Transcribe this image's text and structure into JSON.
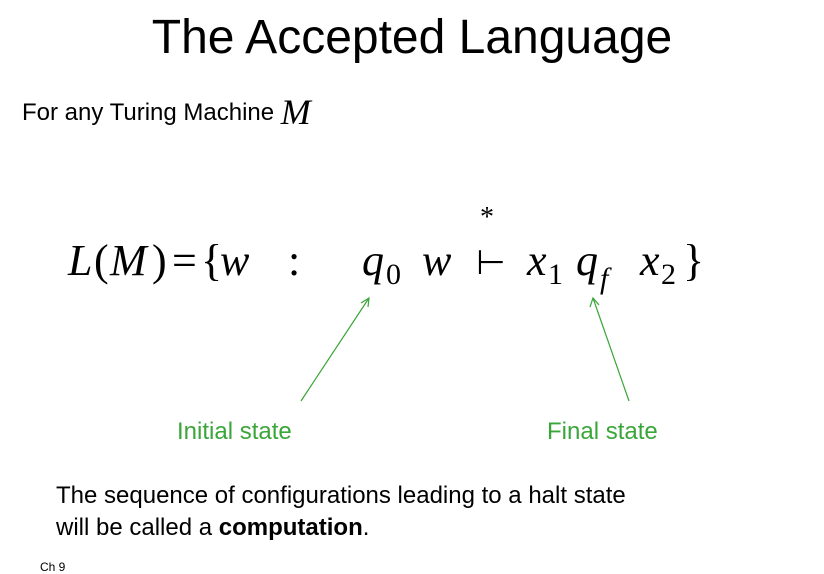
{
  "slide": {
    "title": "The Accepted Language",
    "intro": {
      "text": "For any Turing Machine ",
      "var": "M"
    },
    "formula": {
      "lhs_L": "L",
      "lhs_open": "(",
      "lhs_M": "M",
      "lhs_close": ")",
      "equals": "=",
      "open_brace": "{",
      "w": "w",
      "colon": ":",
      "q": "q",
      "q_sub": "0",
      "w2": "w",
      "star": "*",
      "turnstile": "⊢",
      "x1": "x",
      "x1_sub": "1",
      "qf": "q",
      "qf_sub": "f",
      "x2": "x",
      "x2_sub": "2",
      "close_brace": "}"
    },
    "annotations": {
      "initial": "Initial state",
      "final": "Final state",
      "color": "#3aa539"
    },
    "body": {
      "line1": "The sequence of configurations leading to a halt state",
      "line2_pre": "will be called a ",
      "line2_bold": "computation",
      "line2_post": "."
    },
    "footer": "Ch 9"
  }
}
